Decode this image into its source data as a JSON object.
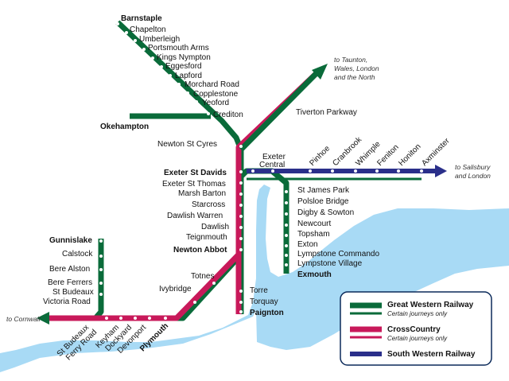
{
  "colors": {
    "gwr": "#0a6b3a",
    "crosscountry": "#c8195a",
    "swr": "#2a2f8a",
    "sea": "#a8daf5",
    "station_dot": "#ffffff",
    "legend_border": "#0b2a5a",
    "text": "#111111"
  },
  "legend": {
    "items": [
      {
        "title": "Great Western Railway",
        "subtitle": "Certain journeys only",
        "color": "gwr"
      },
      {
        "title": "CrossCountry",
        "subtitle": "Certain journeys only",
        "color": "crosscountry"
      },
      {
        "title": "South Western Railway",
        "subtitle": "",
        "color": "swr"
      }
    ]
  },
  "destinations": {
    "north": [
      "to Taunton,",
      "Wales, London",
      "and the North"
    ],
    "east": [
      "to Salisbury",
      "and London"
    ],
    "west": [
      "to Cornwall"
    ]
  },
  "stations": {
    "barnstaple": "Barnstaple",
    "chapelton": "Chapelton",
    "umberleigh": "Umberleigh",
    "portsmouth_arms": "Portsmouth Arms",
    "kings_nympton": "Kings Nympton",
    "eggesford": "Eggesford",
    "lapford": "Lapford",
    "morchard_road": "Morchard Road",
    "copplestone": "Copplestone",
    "yeoford": "Yeoford",
    "crediton": "Crediton",
    "okehampton": "Okehampton",
    "newton_st_cyres": "Newton St Cyres",
    "tiverton_parkway": "Tiverton Parkway",
    "exeter_st_davids": "Exeter St Davids",
    "exeter_central": [
      "Exeter",
      "Central"
    ],
    "exeter_st_thomas": "Exeter St Thomas",
    "marsh_barton": "Marsh Barton",
    "starcross": "Starcross",
    "dawlish_warren": "Dawlish Warren",
    "dawlish": "Dawlish",
    "teignmouth": "Teignmouth",
    "newton_abbot": "Newton Abbot",
    "torre": "Torre",
    "torquay": "Torquay",
    "paignton": "Paignton",
    "totnes": "Totnes",
    "ivybridge": "Ivybridge",
    "plymouth": "Plymouth",
    "devonport": "Devonport",
    "dockyard": "Dockyard",
    "keyham": "Keyham",
    "st_budeaux_ferry_road": [
      "St Budeaux",
      "Ferry Road"
    ],
    "gunnislake": "Gunnislake",
    "calstock": "Calstock",
    "bere_alston": "Bere Alston",
    "bere_ferrers": "Bere Ferrers",
    "st_budeaux_victoria_road": [
      "St Budeaux",
      "Victoria Road"
    ],
    "pinhoe": "Pinhoe",
    "cranbrook": "Cranbrook",
    "whimple": "Whimple",
    "feniton": "Feniton",
    "honiton": "Honiton",
    "axminster": "Axminster",
    "st_james_park": "St James Park",
    "polsloe_bridge": "Polsloe Bridge",
    "digby_sowton": "Digby & Sowton",
    "newcourt": "Newcourt",
    "topsham": "Topsham",
    "exton": "Exton",
    "lympstone_commando": "Lympstone Commando",
    "lympstone_village": "Lympstone Village",
    "exmouth": "Exmouth"
  }
}
